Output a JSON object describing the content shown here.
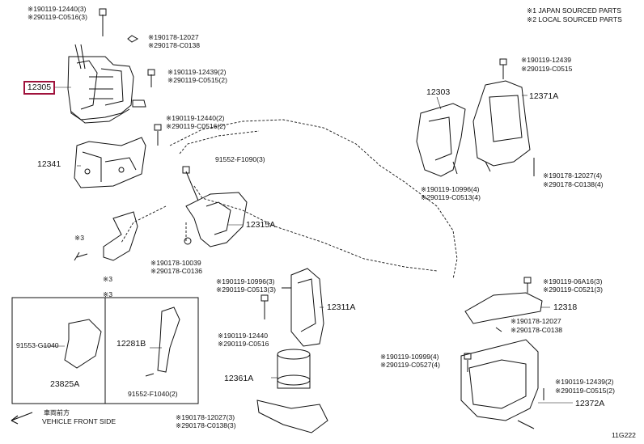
{
  "notes": {
    "note1": "※1 JAPAN SOURCED PARTS",
    "note2": "※2 LOCAL SOURCED PARTS"
  },
  "parts": {
    "p12305": "12305",
    "p12341": "12341",
    "p12315A": "12315A",
    "p12303": "12303",
    "p12371A": "12371A",
    "p12311A": "12311A",
    "p12318": "12318",
    "p12361A": "12361A",
    "p12372A": "12372A",
    "p12281B": "12281B",
    "p23825A": "23825A",
    "p91553": "91553-G1040",
    "p91552_1040": "91552-F1040(2)",
    "p91552_1090": "91552-F1090(3)"
  },
  "labels": [
    "※190119-12440(3)",
    "※290119-C0516(3)",
    "※190178-12027",
    "※290178-C0138",
    "※190119-12439(2)",
    "※290119-C0515(2)",
    "※190119-12440(2)",
    "※290119-C0516(2)",
    "※190178-10039",
    "※290178-C0136",
    "※190119-10996(3)",
    "※290119-C0513(3)",
    "※190119-12440",
    "※290119-C0516",
    "※190119-10999(4)",
    "※290119-C0527(4)",
    "※190178-12027(3)",
    "※290178-C0138(3)",
    "※190119-12439",
    "※290119-C0515",
    "※190119-10996(4)",
    "※290119-C0513(4)",
    "※190178-12027(4)",
    "※290178-C0138(4)",
    "※190119-06A16(3)",
    "※290119-C0521(3)",
    "※190178-12027",
    "※290178-C0138",
    "※190119-12439(2)",
    "※290119-C0515(2)"
  ],
  "marks": {
    "m3a": "※3",
    "m3b": "※3",
    "m3c": "※3"
  },
  "front": {
    "jp": "車両前方",
    "en": "VEHICLE FRONT SIDE"
  },
  "code": "11G222"
}
